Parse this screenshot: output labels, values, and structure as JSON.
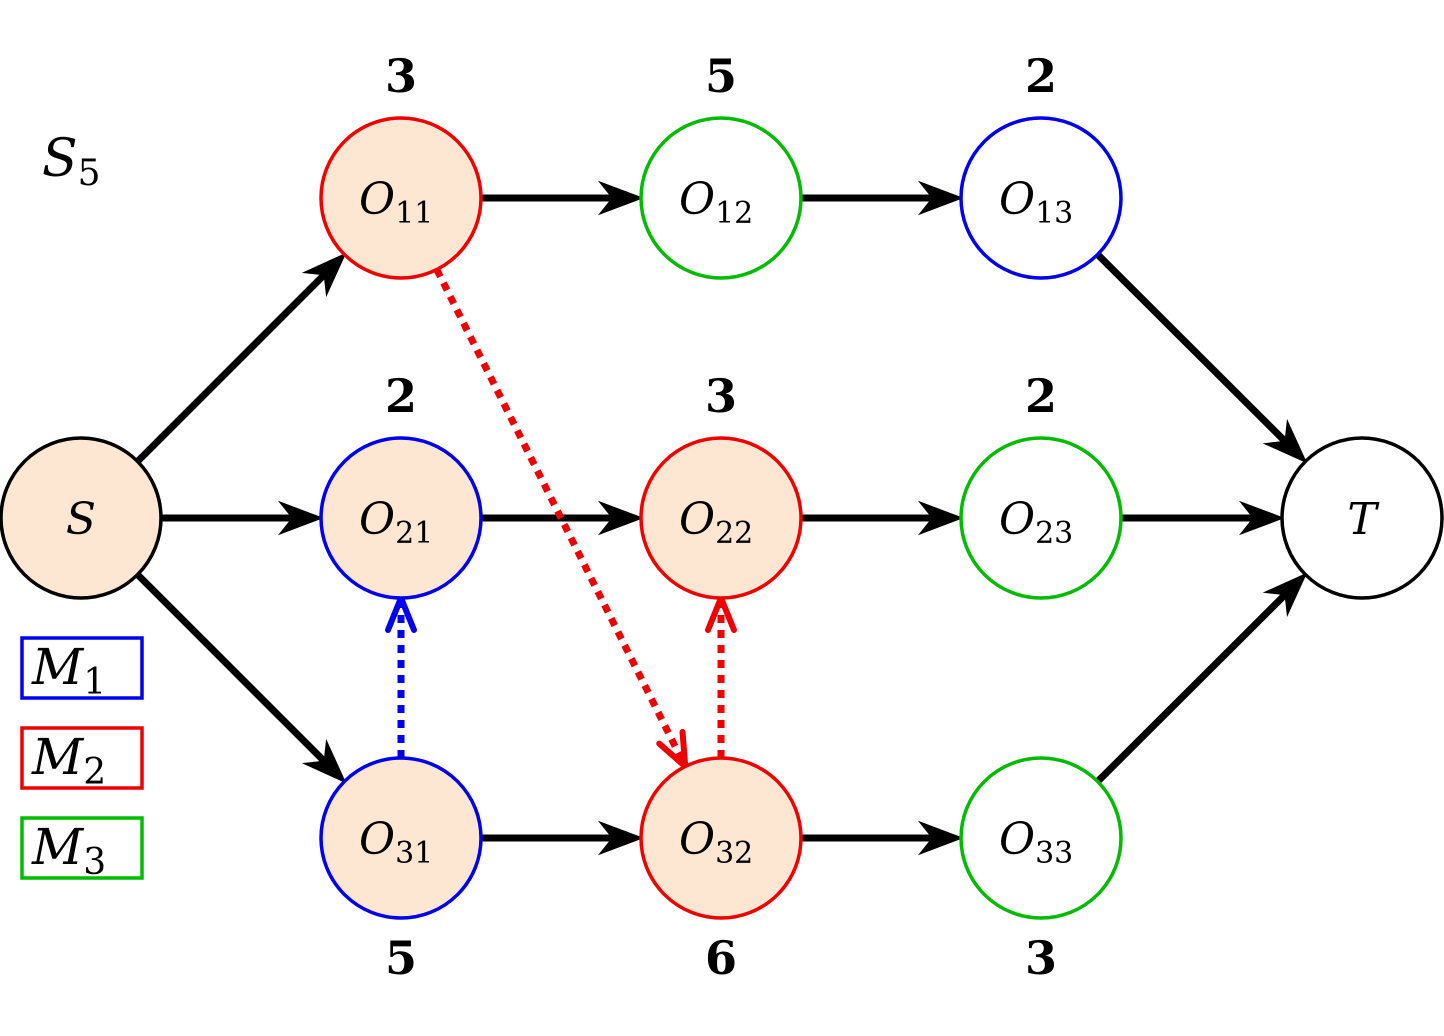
{
  "schedule": {
    "main": "S",
    "sub": "5"
  },
  "colors": {
    "M1": "#0000ee",
    "M2": "#ee0000",
    "M3": "#00bb00",
    "neutral": "#000000",
    "fill_active": "#fde6d2",
    "fill_plain": "#ffffff"
  },
  "nodes": [
    {
      "id": "S",
      "main": "S",
      "sub": "",
      "machine": "neutral",
      "filled": true,
      "weight": ""
    },
    {
      "id": "O11",
      "main": "O",
      "sub": "11",
      "machine": "M2",
      "filled": true,
      "weight": "3"
    },
    {
      "id": "O12",
      "main": "O",
      "sub": "12",
      "machine": "M3",
      "filled": false,
      "weight": "5"
    },
    {
      "id": "O13",
      "main": "O",
      "sub": "13",
      "machine": "M1",
      "filled": false,
      "weight": "2"
    },
    {
      "id": "O21",
      "main": "O",
      "sub": "21",
      "machine": "M1",
      "filled": true,
      "weight": "2"
    },
    {
      "id": "O22",
      "main": "O",
      "sub": "22",
      "machine": "M2",
      "filled": true,
      "weight": "3"
    },
    {
      "id": "O23",
      "main": "O",
      "sub": "23",
      "machine": "M3",
      "filled": false,
      "weight": "2"
    },
    {
      "id": "O31",
      "main": "O",
      "sub": "31",
      "machine": "M1",
      "filled": true,
      "weight": "5"
    },
    {
      "id": "O32",
      "main": "O",
      "sub": "32",
      "machine": "M2",
      "filled": true,
      "weight": "6"
    },
    {
      "id": "O33",
      "main": "O",
      "sub": "33",
      "machine": "M3",
      "filled": false,
      "weight": "3"
    },
    {
      "id": "T",
      "main": "T",
      "sub": "",
      "machine": "neutral",
      "filled": false,
      "weight": ""
    }
  ],
  "conjunctive_edges": [
    {
      "from": "S",
      "to": "O11"
    },
    {
      "from": "S",
      "to": "O21"
    },
    {
      "from": "S",
      "to": "O31"
    },
    {
      "from": "O11",
      "to": "O12"
    },
    {
      "from": "O12",
      "to": "O13"
    },
    {
      "from": "O21",
      "to": "O22"
    },
    {
      "from": "O22",
      "to": "O23"
    },
    {
      "from": "O31",
      "to": "O32"
    },
    {
      "from": "O32",
      "to": "O33"
    },
    {
      "from": "O13",
      "to": "T"
    },
    {
      "from": "O23",
      "to": "T"
    },
    {
      "from": "O33",
      "to": "T"
    }
  ],
  "disjunctive_edges": [
    {
      "from": "O31",
      "to": "O21",
      "machine": "M1"
    },
    {
      "from": "O11",
      "to": "O32",
      "machine": "M2"
    },
    {
      "from": "O32",
      "to": "O22",
      "machine": "M2"
    }
  ],
  "legend": [
    {
      "main": "M",
      "sub": "1",
      "machine": "M1"
    },
    {
      "main": "M",
      "sub": "2",
      "machine": "M2"
    },
    {
      "main": "M",
      "sub": "3",
      "machine": "M3"
    }
  ]
}
